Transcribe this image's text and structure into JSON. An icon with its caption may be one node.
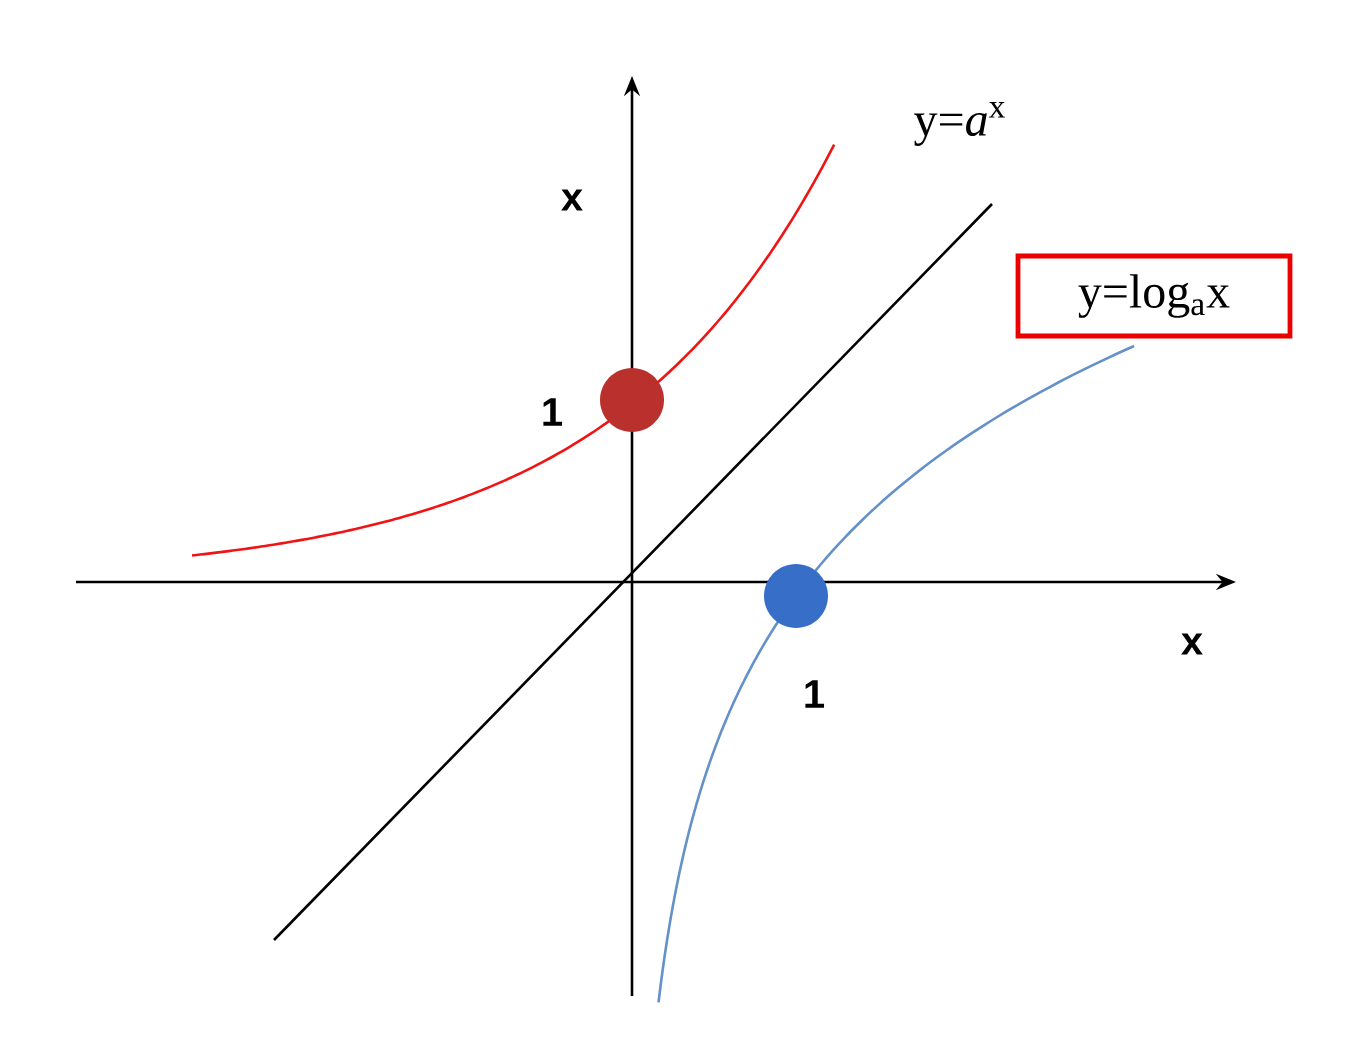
{
  "diagram": {
    "nodes": [
      {
        "text": [
          "y=log$_{a}$x"
        ]
      }
    ],
    "labels": [
      "y=*a*$^{x}$",
      "x",
      "1",
      "1",
      "x"
    ]
  }
}
